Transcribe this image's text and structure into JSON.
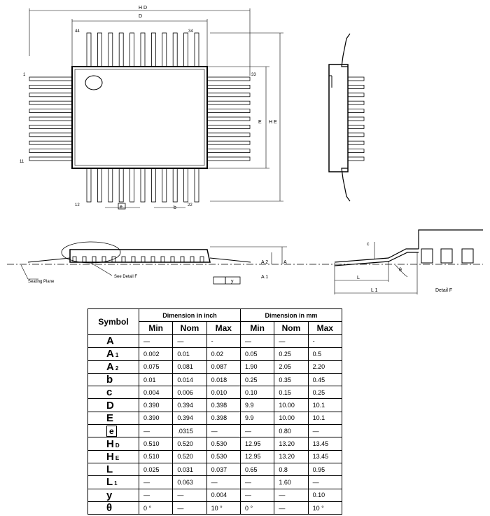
{
  "drawing": {
    "top_view": {
      "hd": "H D",
      "d": "D",
      "pin44": "44",
      "pin34": "34",
      "pin1": "1",
      "pin33": "33",
      "pin11": "11",
      "pin12": "12",
      "pin22": "22",
      "e": "e",
      "b": "b",
      "E": "E",
      "he": "H E"
    },
    "side_view": {
      "a": "A",
      "a1": "A 1",
      "a2": "A 2",
      "seating_plane": "Seating Plane",
      "see_detail": "See Detail F",
      "y": "y"
    },
    "detail": {
      "c": "c",
      "theta": "θ",
      "l": "L",
      "l1": "L 1",
      "title": "Detail F"
    }
  },
  "table": {
    "symbol_header": "Symbol",
    "inch_header": "Dimension in inch",
    "mm_header": "Dimension in mm",
    "sub_headers": [
      "Min",
      "Nom",
      "Max",
      "Min",
      "Nom",
      "Max"
    ],
    "rows": [
      {
        "sym": "A",
        "sub": "",
        "v": [
          "—",
          "—",
          "-",
          "—",
          "—",
          "-"
        ]
      },
      {
        "sym": "A",
        "sub": "1",
        "v": [
          "0.002",
          "0.01",
          "0.02",
          "0.05",
          "0.25",
          "0.5"
        ]
      },
      {
        "sym": "A",
        "sub": "2",
        "v": [
          "0.075",
          "0.081",
          "0.087",
          "1.90",
          "2.05",
          "2.20"
        ]
      },
      {
        "sym": "b",
        "sub": "",
        "v": [
          "0.01",
          "0.014",
          "0.018",
          "0.25",
          "0.35",
          "0.45"
        ]
      },
      {
        "sym": "c",
        "sub": "",
        "v": [
          "0.004",
          "0.006",
          "0.010",
          "0.10",
          "0.15",
          "0.25"
        ]
      },
      {
        "sym": "D",
        "sub": "",
        "v": [
          "0.390",
          "0.394",
          "0.398",
          "9.9",
          "10.00",
          "10.1"
        ]
      },
      {
        "sym": "E",
        "sub": "",
        "v": [
          "0.390",
          "0.394",
          "0.398",
          "9.9",
          "10.00",
          "10.1"
        ]
      },
      {
        "sym": "e",
        "sub": "",
        "v": [
          "—",
          ".0315",
          "—",
          "—",
          "0.80",
          "—"
        ]
      },
      {
        "sym": "H",
        "sub": "D",
        "v": [
          "0.510",
          "0.520",
          "0.530",
          "12.95",
          "13.20",
          "13.45"
        ]
      },
      {
        "sym": "H",
        "sub": "E",
        "v": [
          "0.510",
          "0.520",
          "0.530",
          "12.95",
          "13.20",
          "13.45"
        ]
      },
      {
        "sym": "L",
        "sub": "",
        "v": [
          "0.025",
          "0.031",
          "0.037",
          "0.65",
          "0.8",
          "0.95"
        ]
      },
      {
        "sym": "L",
        "sub": "1",
        "v": [
          "—",
          "0.063",
          "—",
          "—",
          "1.60",
          "—"
        ]
      },
      {
        "sym": "y",
        "sub": "",
        "v": [
          "—",
          "—",
          "0.004",
          "—",
          "—",
          "0.10"
        ]
      },
      {
        "sym": "θ",
        "sub": "",
        "v": [
          "0 °",
          "—",
          "10 °",
          "0 °",
          "—",
          "10 °"
        ]
      }
    ]
  }
}
